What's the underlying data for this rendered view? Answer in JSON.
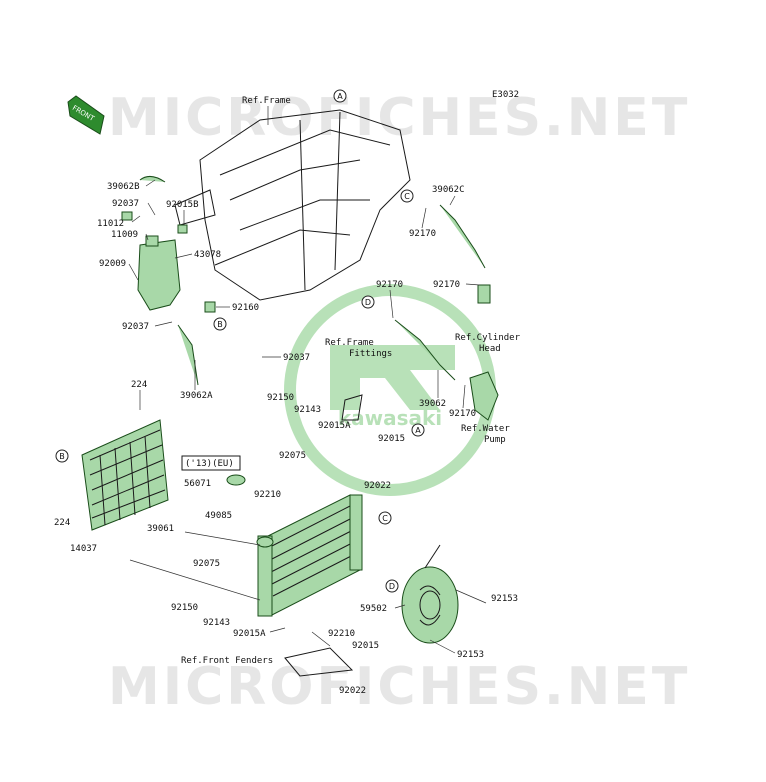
{
  "diagram_code": "E3032",
  "front_label": "FRONT",
  "watermark_text": "MICROFICHES.NET",
  "logo_text": "kawasaki",
  "accent_color": "#2e8b2e",
  "refs": {
    "frame": "Ref.Frame",
    "frame_fittings_1": "Ref.Frame",
    "frame_fittings_2": "Fittings",
    "cylinder_head_1": "Ref.Cylinder",
    "cylinder_head_2": "Head",
    "water_pump_1": "Ref.Water",
    "water_pump_2": "Pump",
    "front_fenders": "Ref.Front Fenders",
    "eu_note": "('13)(EU)"
  },
  "callouts": {
    "A": "A",
    "B": "B",
    "C": "C",
    "D": "D"
  },
  "parts": {
    "p39062B": "39062B",
    "p92037a": "92037",
    "p11012": "11012",
    "p11009": "11009",
    "p92009": "92009",
    "p92015B": "92015B",
    "p43078": "43078",
    "p92160": "92160",
    "p92037b": "92037",
    "p39062A": "39062A",
    "p92037c": "92037",
    "p224a": "224",
    "p224b": "224",
    "p14037": "14037",
    "p39062C": "39062C",
    "p92170a": "92170",
    "p92170b": "92170",
    "p92170c": "92170",
    "p92170d": "92170",
    "p39062": "39062",
    "p92150a": "92150",
    "p92143a": "92143",
    "p92015A_a": "92015A",
    "p92015a": "92015",
    "p92075a": "92075",
    "p92022a": "92022",
    "p56071": "56071",
    "p92210a": "92210",
    "p49085": "49085",
    "p39061": "39061",
    "p92075b": "92075",
    "p92150b": "92150",
    "p92143b": "92143",
    "p92015A_b": "92015A",
    "p92210b": "92210",
    "p92015b": "92015",
    "p92022b": "92022",
    "p59502": "59502",
    "p92153a": "92153",
    "p92153b": "92153"
  }
}
